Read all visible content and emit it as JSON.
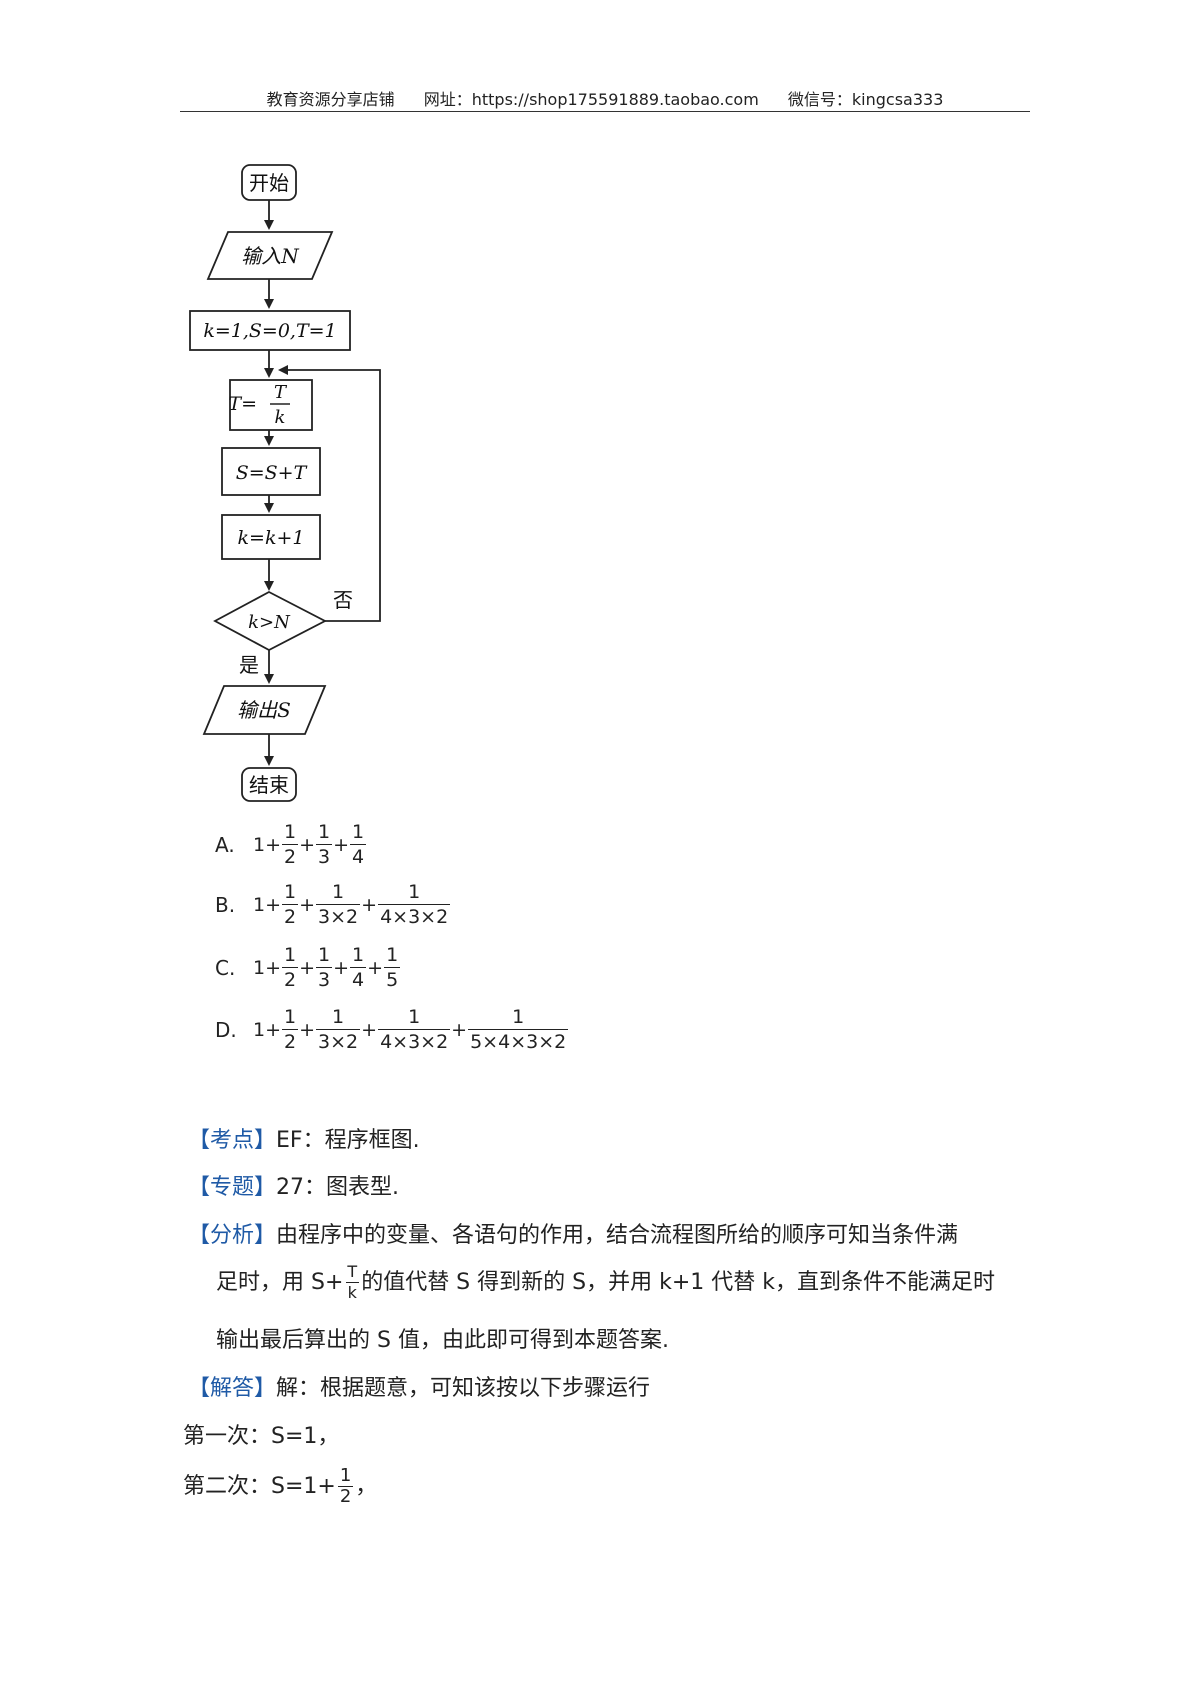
{
  "header": {
    "shop": "教育资源分享店铺",
    "site_label": "网址：https://shop175591889.taobao.com",
    "wechat": "微信号：kingcsa333"
  },
  "flowchart": {
    "start": "开始",
    "input": "输入N",
    "init": "k=1,S=0,T=1",
    "t_left": "T=",
    "t_num": "T",
    "t_den": "k",
    "s_update": "S=S+T",
    "k_update": "k=k+1",
    "condition": "k>N",
    "no_label": "否",
    "yes_label": "是",
    "output": "输出S",
    "end": "结束"
  },
  "options": [
    {
      "letter": "A.",
      "lead": "1+",
      "terms": [
        [
          "1",
          "2"
        ],
        [
          "1",
          "3"
        ],
        [
          "1",
          "4"
        ]
      ]
    },
    {
      "letter": "B.",
      "lead": "1+",
      "terms": [
        [
          "1",
          "2"
        ],
        [
          "1",
          "3×2"
        ],
        [
          "1",
          "4×3×2"
        ]
      ]
    },
    {
      "letter": "C.",
      "lead": "1+",
      "terms": [
        [
          "1",
          "2"
        ],
        [
          "1",
          "3"
        ],
        [
          "1",
          "4"
        ],
        [
          "1",
          "5"
        ]
      ]
    },
    {
      "letter": "D.",
      "lead": "1+",
      "terms": [
        [
          "1",
          "2"
        ],
        [
          "1",
          "3×2"
        ],
        [
          "1",
          "4×3×2"
        ],
        [
          "1",
          "5×4×3×2"
        ]
      ]
    }
  ],
  "analysis": {
    "kaodian_tag": "【考点】",
    "kaodian_text": "EF：程序框图.",
    "zhuanti_tag": "【专题】",
    "zhuanti_text": "27：图表型.",
    "fenxi_tag": "【分析】",
    "fenxi_line1": "由程序中的变量、各语句的作用，结合流程图所给的顺序可知当条件满",
    "fenxi_line2_a": "足时，用 S+",
    "fenxi_frac_num": "T",
    "fenxi_frac_den": "k",
    "fenxi_line2_b": "的值代替 S 得到新的 S，并用 k+1 代替 k，直到条件不能满足时",
    "fenxi_line3": "输出最后算出的 S 值，由此即可得到本题答案.",
    "jieda_tag": "【解答】",
    "jieda_text": "解：根据题意，可知该按以下步骤运行",
    "step1": "第一次：S=1，",
    "step2_a": "第二次：S=1+",
    "step2_num": "1",
    "step2_den": "2",
    "step2_b": "，"
  }
}
